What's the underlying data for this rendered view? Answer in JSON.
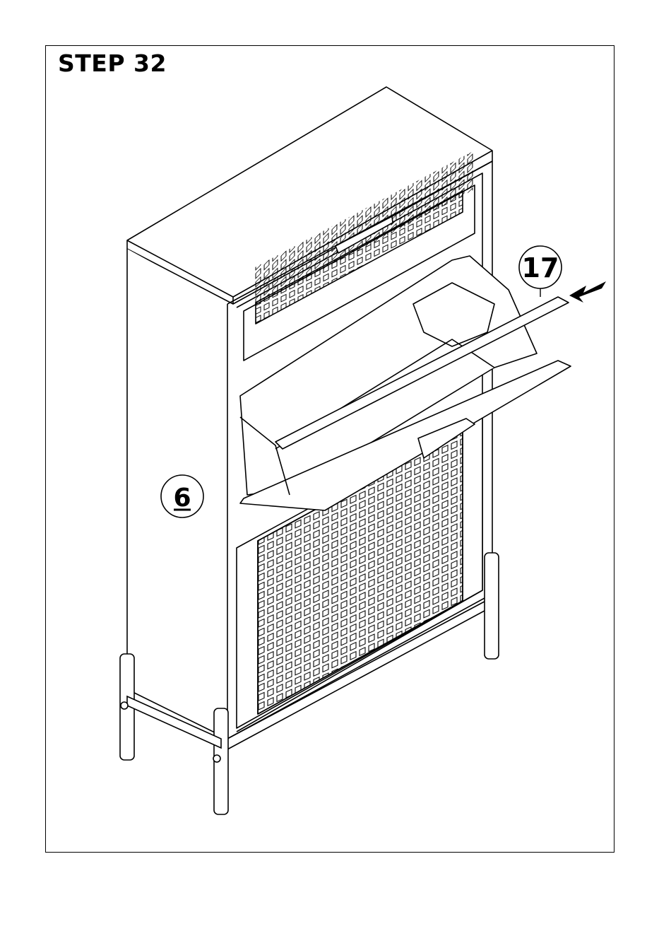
{
  "step": {
    "title": "STEP 32"
  },
  "callouts": [
    {
      "id": "part-17",
      "label": "17",
      "underline": false
    },
    {
      "id": "part-6",
      "label": "6",
      "underline": true
    }
  ],
  "colors": {
    "line": "#000000",
    "paper": "#ffffff"
  }
}
